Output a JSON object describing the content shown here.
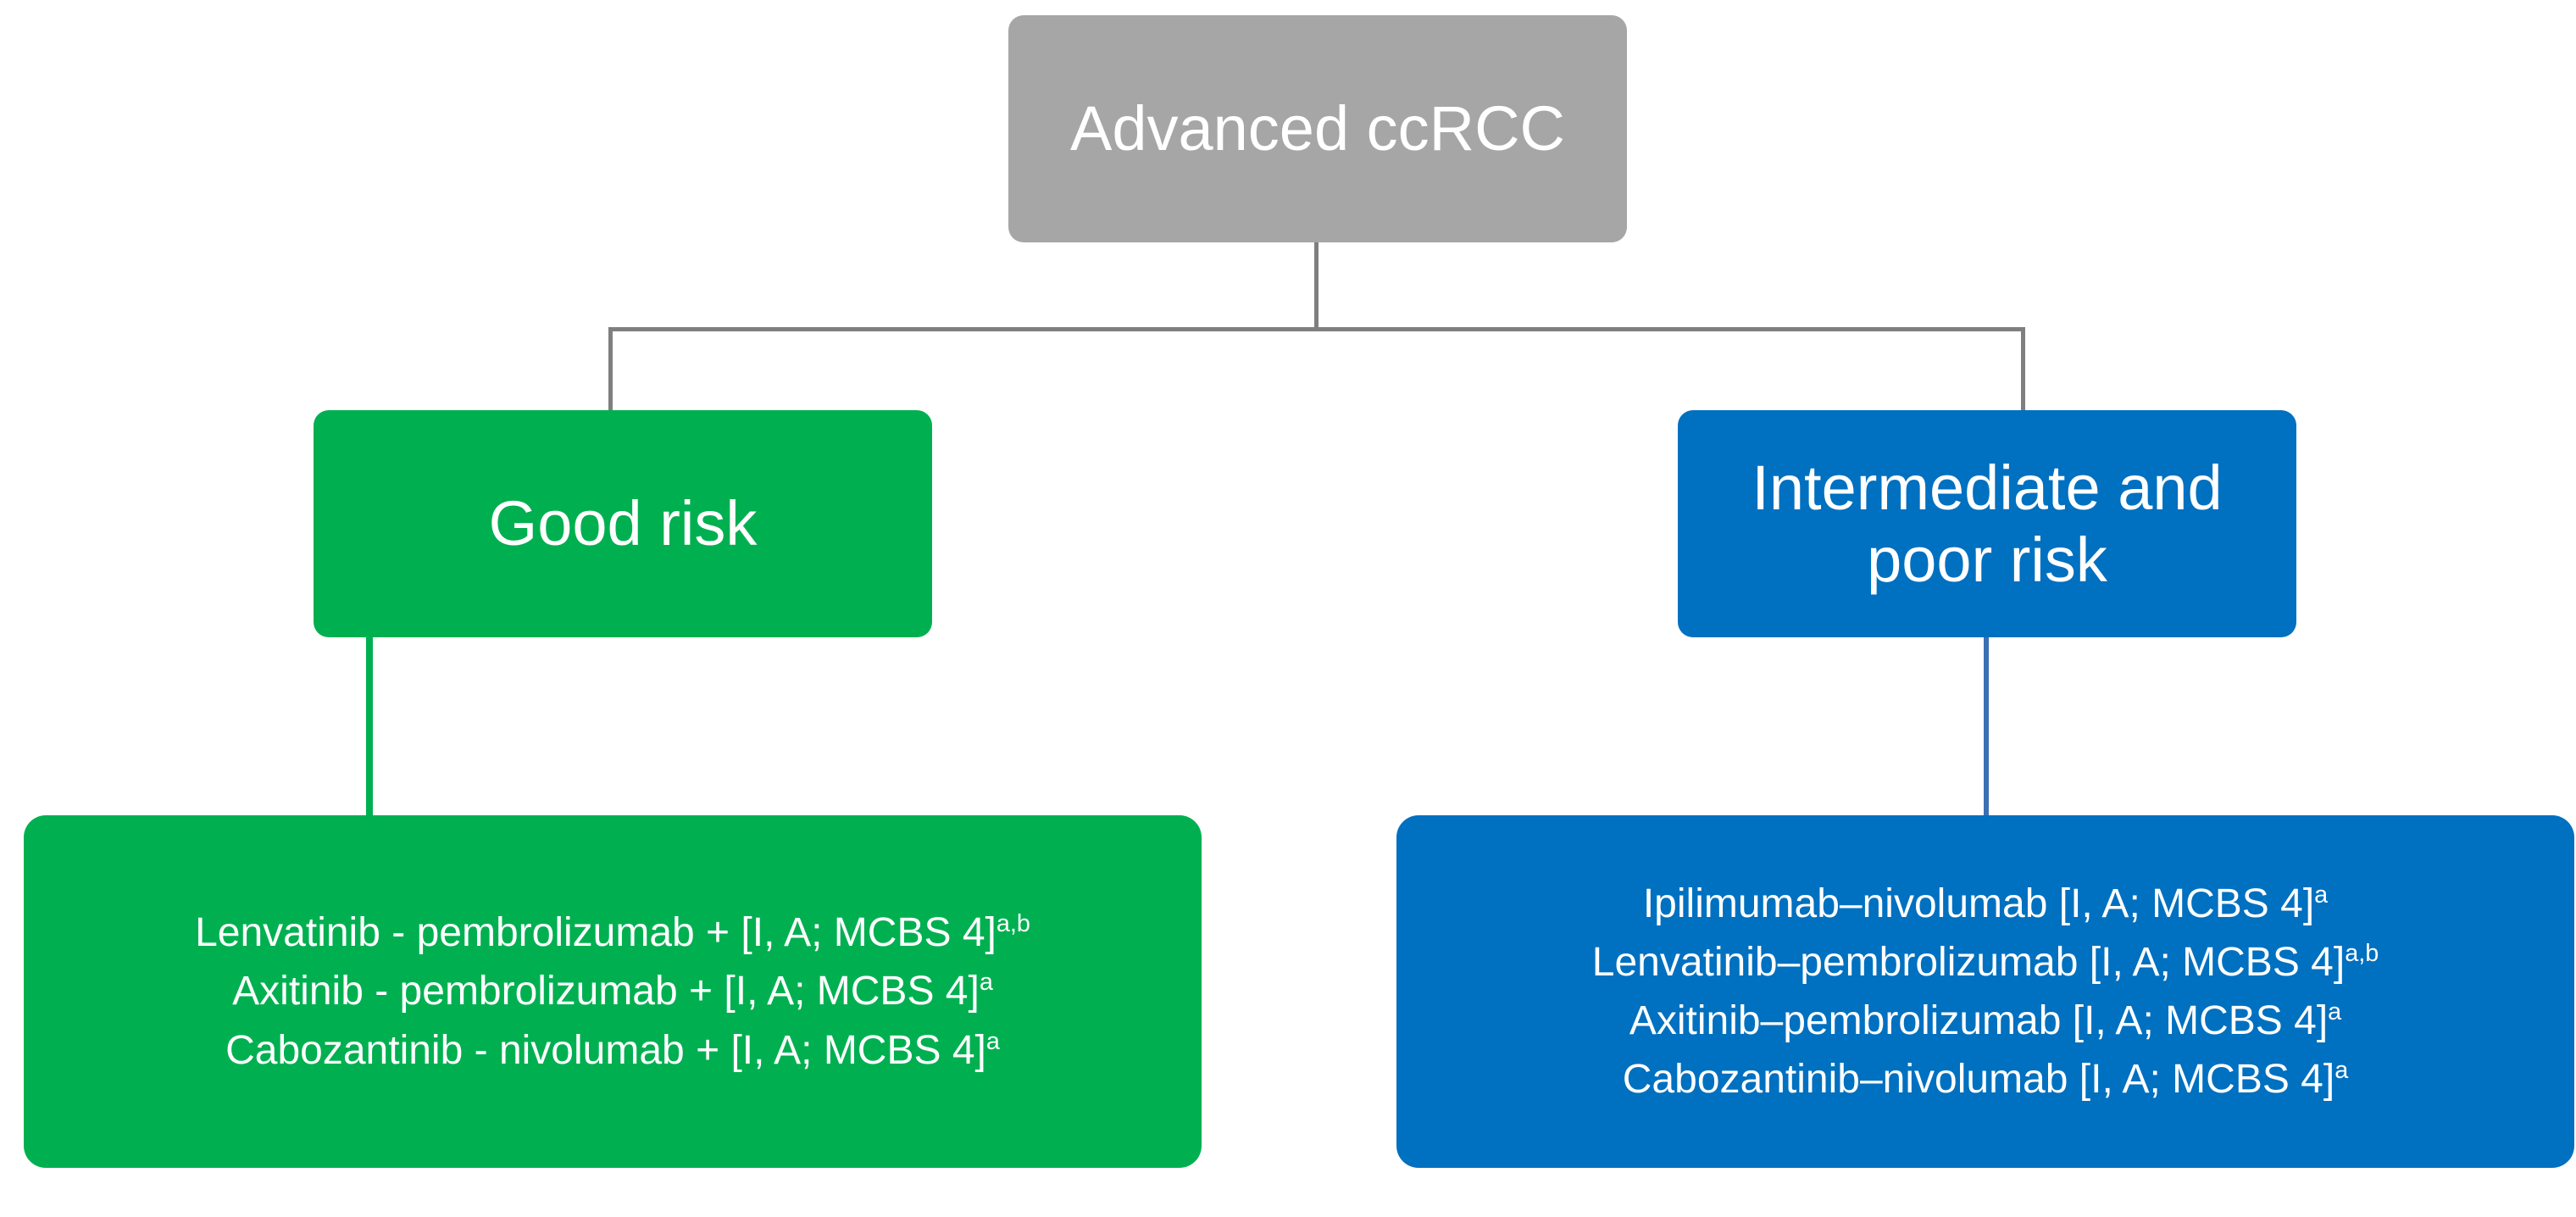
{
  "diagram": {
    "type": "treatment-algorithm-flowchart",
    "colors": {
      "root": "#a6a6a6",
      "good_risk": "#00b050",
      "poor_risk": "#0070c0",
      "connector_gray": "#7f7f7f",
      "connector_green": "#00b050",
      "connector_blue": "#3d6fb4",
      "text": "#ffffff"
    },
    "root": {
      "label": "Advanced ccRCC"
    },
    "branches": [
      {
        "id": "good-risk",
        "label": "Good risk",
        "color": "#00b050",
        "treatments": [
          {
            "text": "Lenvatinib - pembrolizumab + [I, A; MCBS 4]",
            "footnote": "a,b"
          },
          {
            "text": "Axitinib - pembrolizumab + [I, A; MCBS 4]",
            "footnote": "a"
          },
          {
            "text": "Cabozantinib - nivolumab + [I, A; MCBS 4]",
            "footnote": "a"
          }
        ]
      },
      {
        "id": "intermediate-poor-risk",
        "label": "Intermediate and poor risk",
        "label_line_1": "Intermediate and",
        "label_line_2": "poor risk",
        "color": "#0070c0",
        "treatments": [
          {
            "text": "Ipilimumab–nivolumab [I, A; MCBS 4]",
            "footnote": "a"
          },
          {
            "text": "Lenvatinib–pembrolizumab [I, A; MCBS 4]",
            "footnote": "a,b"
          },
          {
            "text": "Axitinib–pembrolizumab [I, A; MCBS 4]",
            "footnote": "a"
          },
          {
            "text": "Cabozantinib–nivolumab [I, A; MCBS 4]",
            "footnote": "a"
          }
        ]
      }
    ]
  }
}
